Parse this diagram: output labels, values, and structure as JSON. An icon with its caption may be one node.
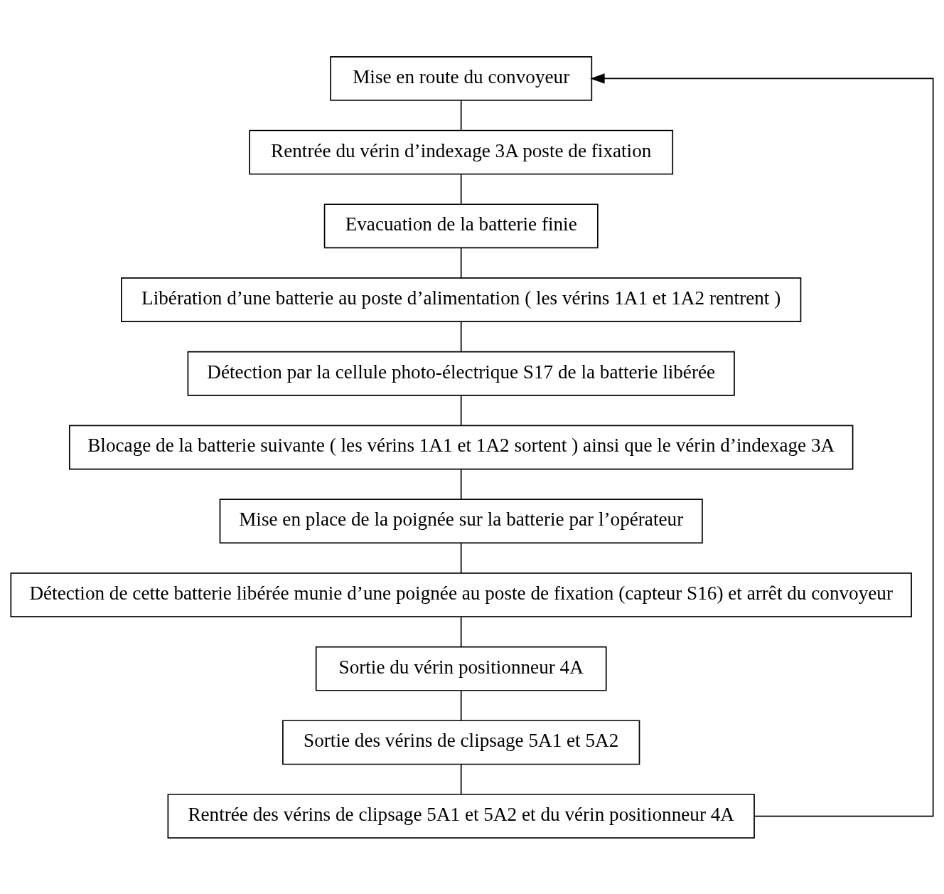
{
  "diagram": {
    "nodes": [
      {
        "text": [
          "Mise en route du convoyeur"
        ]
      },
      {
        "text": [
          "Rentrée du vérin d’indexage 3A poste de fixation"
        ]
      },
      {
        "text": [
          "Evacuation de la batterie finie"
        ]
      },
      {
        "text": [
          "Libération d’une batterie au poste d’alimentation ( les vérins 1A1 et 1A2 rentrent )"
        ]
      },
      {
        "text": [
          "Détection par la cellule photo-électrique S17 de la batterie libérée"
        ]
      },
      {
        "text": [
          "Blocage de la batterie suivante ( les vérins 1A1 et 1A2 sortent ) ainsi que le vérin d’indexage 3A"
        ]
      },
      {
        "text": [
          "Mise en place de la poignée sur la batterie par l’opérateur"
        ]
      },
      {
        "text": [
          "Détection de cette batterie libérée munie d’une poignée au poste de fixation (capteur S16) et arrêt du convoyeur"
        ]
      },
      {
        "text": [
          "Sortie du vérin positionneur 4A"
        ]
      },
      {
        "text": [
          "Sortie des vérins de clipsage 5A1 et 5A2"
        ]
      },
      {
        "text": [
          "Rentrée des vérins de clipsage 5A1 et 5A2 et du vérin positionneur 4A"
        ]
      }
    ],
    "edges": [
      {
        "from": 0,
        "to": 1,
        "arrow": "none"
      },
      {
        "from": 1,
        "to": 2,
        "arrow": "none"
      },
      {
        "from": 2,
        "to": 3,
        "arrow": "none"
      },
      {
        "from": 3,
        "to": 4,
        "arrow": "none"
      },
      {
        "from": 4,
        "to": 5,
        "arrow": "none"
      },
      {
        "from": 5,
        "to": 6,
        "arrow": "none"
      },
      {
        "from": 6,
        "to": 7,
        "arrow": "none"
      },
      {
        "from": 7,
        "to": 8,
        "arrow": "none"
      },
      {
        "from": 8,
        "to": 9,
        "arrow": "none"
      },
      {
        "from": 9,
        "to": 10,
        "arrow": "none"
      },
      {
        "from": 10,
        "to": 0,
        "arrow": "to"
      }
    ]
  }
}
